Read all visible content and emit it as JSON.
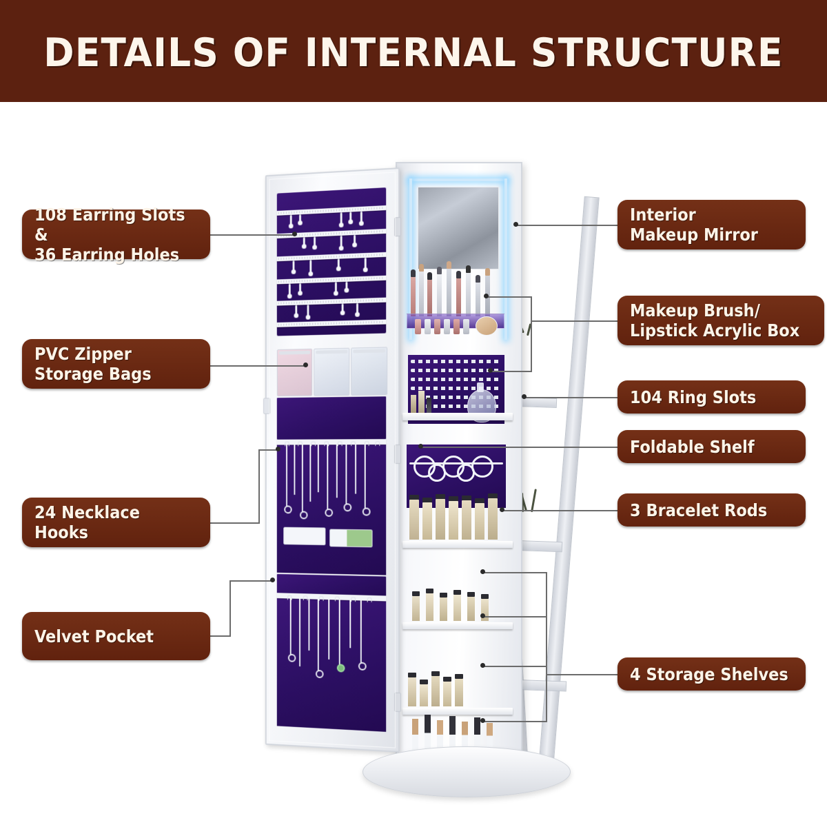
{
  "header": {
    "title": "DETAILS OF INTERNAL STRUCTURE",
    "background_color": "#5c2110",
    "text_color": "#fdf6ec"
  },
  "theme": {
    "pill_color": "#6e2a12",
    "pill_text_color": "#fdf4e8",
    "leader_line_color": "#6b6b6b",
    "velvet_color": "#2c0f63",
    "cabinet_color": "#ffffff",
    "led_color": "#cfe9fb",
    "page_background": "#ffffff"
  },
  "callouts": {
    "left": [
      {
        "id": "earring-slots",
        "line1": "108 Earring Slots &",
        "line2": "36 Earring Holes"
      },
      {
        "id": "pvc-bags",
        "line1": "PVC Zipper",
        "line2": "Storage Bags"
      },
      {
        "id": "necklace-hooks",
        "line1": "24 Necklace",
        "line2": "Hooks"
      },
      {
        "id": "velvet-pocket",
        "line1": "Velvet Pocket",
        "line2": ""
      }
    ],
    "right": [
      {
        "id": "interior-mirror",
        "line1": "Interior",
        "line2": "Makeup Mirror"
      },
      {
        "id": "acrylic-box",
        "line1": "Makeup Brush/",
        "line2": "Lipstick Acrylic Box"
      },
      {
        "id": "ring-slots",
        "line1": "104 Ring Slots",
        "line2": ""
      },
      {
        "id": "foldable-shelf",
        "line1": "Foldable Shelf",
        "line2": ""
      },
      {
        "id": "bracelet-rods",
        "line1": "3 Bracelet Rods",
        "line2": ""
      },
      {
        "id": "storage-shelves",
        "line1": "4 Storage Shelves",
        "line2": ""
      }
    ]
  },
  "product": {
    "name": "mirrored-jewelry-cabinet-armoire",
    "icons": {
      "mirror": "mirror-icon",
      "led": "led-light-icon",
      "rotating_base": "rotating-base-icon"
    }
  }
}
